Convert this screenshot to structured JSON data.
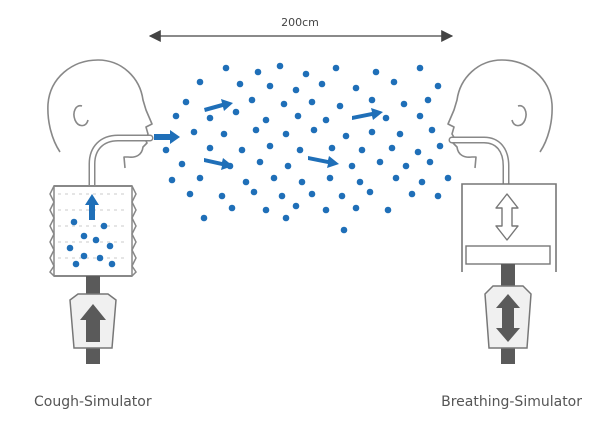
{
  "diagram": {
    "distance_label": "200cm",
    "left_device_label": "Cough-Simulator",
    "right_device_label": "Breathing-Simulator",
    "colors": {
      "particle": "#1f6fb8",
      "outline": "#888888",
      "dark": "#5a5a5a",
      "light_fill": "#f0f0f0"
    },
    "icons": [
      "head-left",
      "head-right",
      "bellows",
      "piston-cylinder",
      "flow-arrow",
      "double-arrow"
    ]
  }
}
